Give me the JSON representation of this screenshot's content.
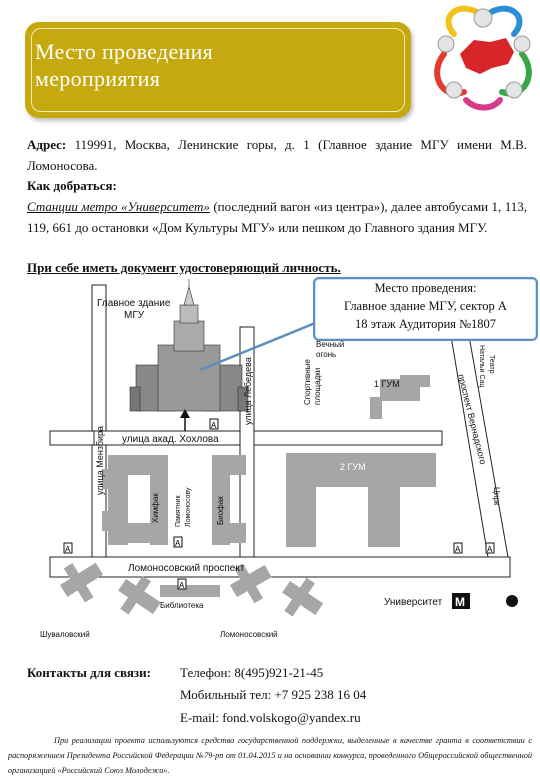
{
  "banner": {
    "line1": "Место проведения",
    "line2": "мероприятия"
  },
  "address": {
    "label": "Адрес:",
    "text": " 119991, Москва, Ленинские горы, д. 1 (Главное здание МГУ имени М.В. Ломоносова."
  },
  "directions": {
    "label": "Как добраться:",
    "metro": "Станции метро «Университет»",
    "text": " (последний вагон «из центра»), далее автобусами 1, 113, 119, 661 до остановки «Дом Культуры МГУ» или пешком до Главного здания МГУ."
  },
  "document_note": "При себе иметь документ удостоверяющий личность.",
  "callout": {
    "line1": "Место проведения:",
    "line2": "Главное здание МГУ, сектор А",
    "line3": "18 этаж Аудитория №1807"
  },
  "map": {
    "main_building_1": "Главное здание",
    "main_building_2": "МГУ",
    "eternal_flame_1": "Вечный",
    "eternal_flame_2": "огонь",
    "sports_1": "Спортивные",
    "sports_2": "площадки",
    "gum1": "1 ГУМ",
    "gum2": "2 ГУМ",
    "street_khokhlova": "улица акад. Хохлова",
    "street_lebedeva": "улица Лебедева",
    "street_menzbira": "улица Мензбира",
    "lomonosov_ave": "Ломоносовский проспект",
    "vernadsky_ave": "проспект Вернадского",
    "himfak": "Химфак",
    "lomonosov_mon_1": "Памятник",
    "lomonosov_mon_2": "Ломоносову",
    "biofak": "Биофак",
    "library": "Библиотека",
    "shuvalov": "Шуваловский",
    "lomonosov_bldg": "Ломоносовский",
    "university": "Университет",
    "circus": "Цирк",
    "theater_1": "Театр",
    "theater_2": "Натальи Сац",
    "metro_letter": "М",
    "bus_letter": "А"
  },
  "contacts": {
    "label": "Контакты для связи:",
    "phone": "Телефон: 8(495)921-21-45",
    "mobile": "Мобильный тел: +7 925 238 16 04",
    "email": "E-mail: fond.volskogo@yandex.ru"
  },
  "footer": {
    "text": "При реализации проекта используются средства государственной поддержки, выделенные в качестве гранта в соответствии с распоряжением Президента Российской Федерации №79-рп от 01.04.2015 и на основании конкурса, проведенного Общероссийской общественной организацией «Российский Союз Молодежи»."
  },
  "colors": {
    "banner": "#c6a80f",
    "callout_border": "#5b8fc2",
    "blocks": "#a6a6a6"
  }
}
